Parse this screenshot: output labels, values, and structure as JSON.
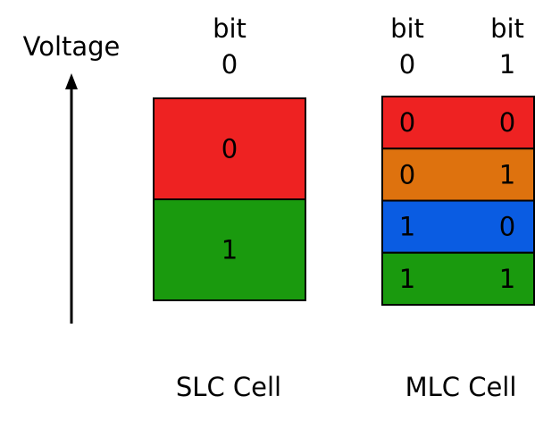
{
  "axis": {
    "label": "Voltage"
  },
  "slc": {
    "caption": "SLC Cell",
    "bit_headers": [
      {
        "word": "bit",
        "index": "0"
      }
    ],
    "levels": [
      {
        "bits": [
          "0"
        ],
        "color": "#ee2222"
      },
      {
        "bits": [
          "1"
        ],
        "color": "#1a9a0e"
      }
    ]
  },
  "mlc": {
    "caption": "MLC Cell",
    "bit_headers": [
      {
        "word": "bit",
        "index": "0"
      },
      {
        "word": "bit",
        "index": "1"
      }
    ],
    "levels": [
      {
        "bits": [
          "0",
          "0"
        ],
        "color": "#ee2222"
      },
      {
        "bits": [
          "0",
          "1"
        ],
        "color": "#de720e"
      },
      {
        "bits": [
          "1",
          "0"
        ],
        "color": "#0a5ce2"
      },
      {
        "bits": [
          "1",
          "1"
        ],
        "color": "#1a9a0e"
      }
    ]
  }
}
